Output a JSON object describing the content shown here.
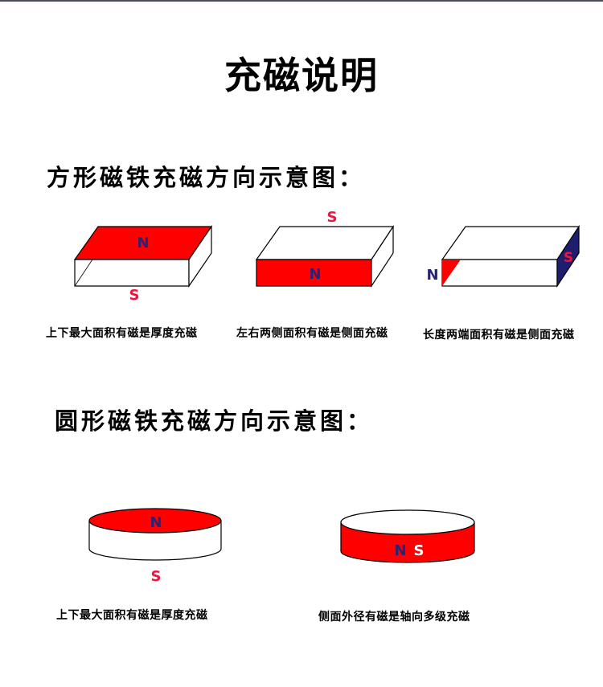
{
  "page": {
    "title": "充磁说明"
  },
  "colors": {
    "north_face": "#ff0000",
    "south_face": "#1f1d6e",
    "north_label": "#27237a",
    "south_label": "#f0143c",
    "outline": "#000000",
    "top_bar": "#4b5158"
  },
  "rect_section": {
    "heading": "方形磁铁充磁方向示意图：",
    "items": [
      {
        "north": "N",
        "south": "S",
        "caption": "上下最大面积有磁是厚度充磁"
      },
      {
        "north": "N",
        "south": "S",
        "caption": "左右两侧面积有磁是侧面充磁"
      },
      {
        "north": "N",
        "south": "S",
        "caption": "长度两端面积有磁是侧面充磁"
      }
    ]
  },
  "round_section": {
    "heading": "圆形磁铁充磁方向示意图：",
    "items": [
      {
        "north": "N",
        "south": "S",
        "caption": "上下最大面积有磁是厚度充磁"
      },
      {
        "north": "N",
        "south": "S",
        "caption": "侧面外径有磁是轴向多级充磁"
      }
    ]
  }
}
